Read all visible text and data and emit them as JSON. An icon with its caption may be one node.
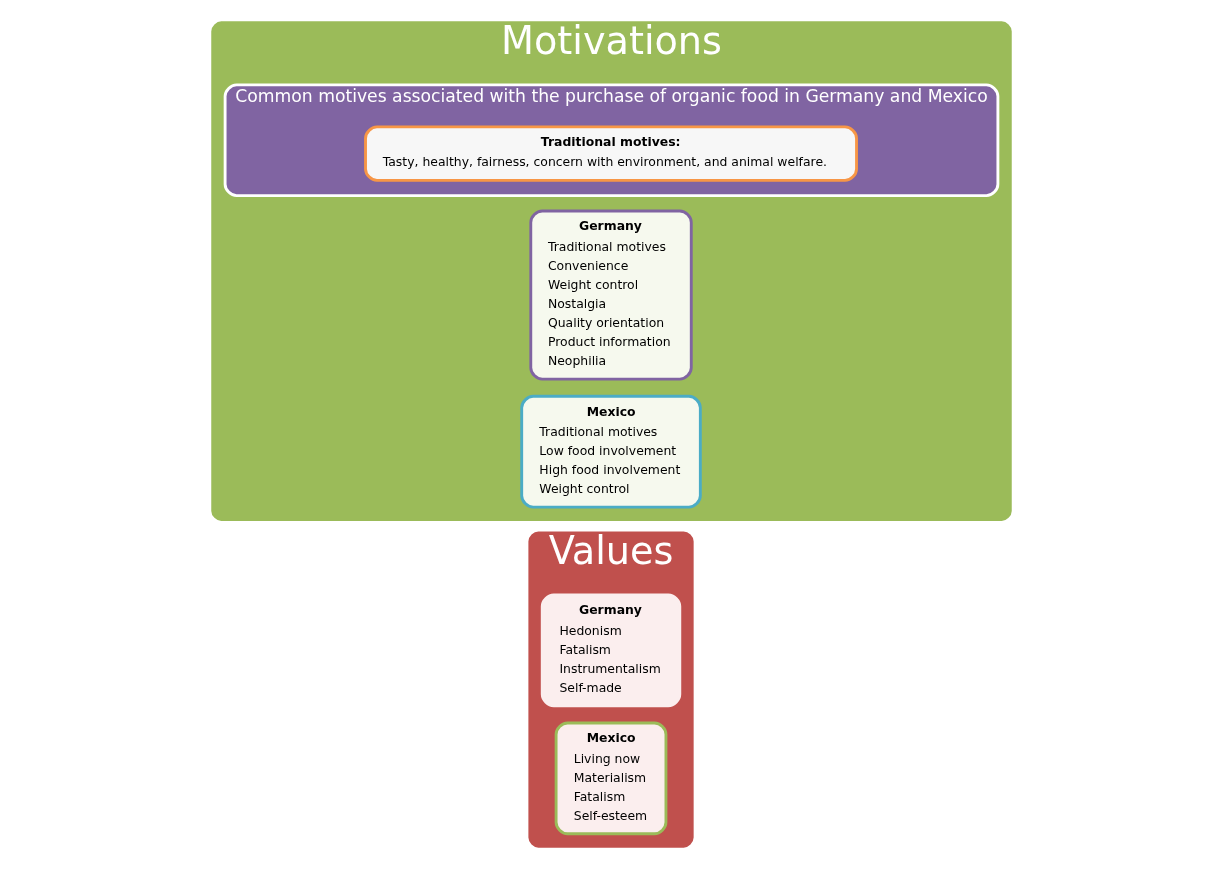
{
  "diagram": {
    "nodes": [
      {
        "text": [
          "Values"
        ]
      },
      {
        "text": [
          "Germany",
          "Hedonism",
          "Fatalism",
          "Instrumentalism",
          "Self-made"
        ],
        "in": 0
      },
      {
        "text": [
          "Mexico",
          "Living now",
          "Materialism",
          "Fatalism",
          "Self-esteem"
        ],
        "in": 0
      },
      {
        "text": [
          "Motivations"
        ]
      },
      {
        "text": [
          "Germany",
          "Traditional motives",
          "Convenience",
          "Weight control",
          "Nostalgia",
          "Quality orientation",
          "Product information",
          "Neophilia"
        ],
        "in": 3
      },
      {
        "text": [
          "Mexico",
          "Traditional motives",
          "Low food involvement",
          "High food involvement",
          "Weight control"
        ],
        "in": 3
      },
      {
        "text": [
          "Common motives associated with the purchase of organic food in Germany and Mexico"
        ],
        "in": 3
      },
      {
        "text": [
          "Traditional motives:",
          "Tasty, healthy, fairness, concern with environment, and animal welfare."
        ],
        "in": 6
      }
    ],
    "edges": []
  }
}
